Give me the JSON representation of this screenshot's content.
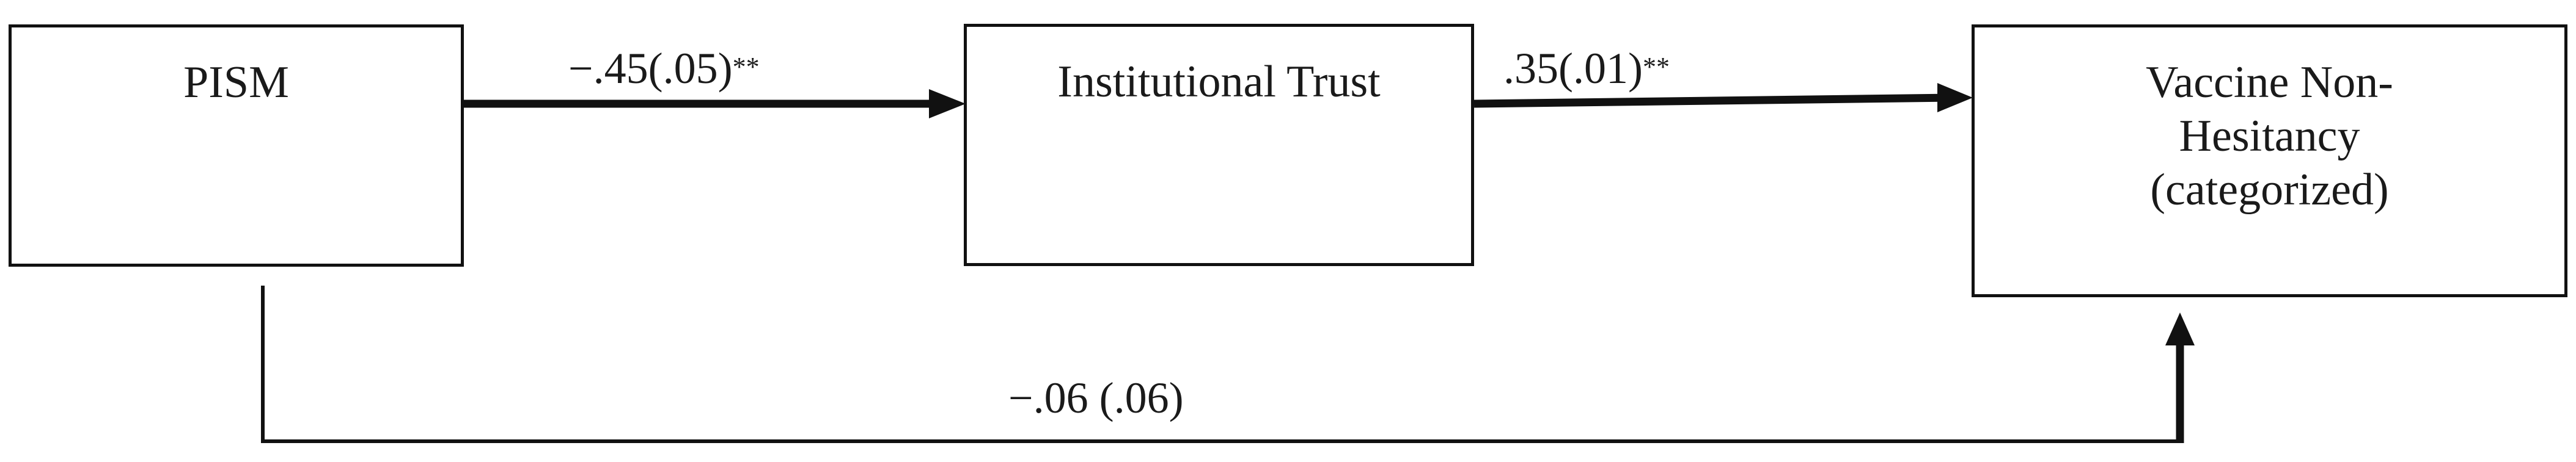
{
  "nodes": {
    "pism": {
      "lines": [
        "PISM"
      ]
    },
    "trust": {
      "lines": [
        "Institutional Trust"
      ]
    },
    "vaccine": {
      "lines": [
        "Vaccine Non-",
        "Hesitancy",
        "(categorized)"
      ]
    }
  },
  "edges": {
    "pism_to_trust": {
      "value": "−.45(.05)",
      "sig": "**"
    },
    "trust_to_vaccine": {
      "value": ".35(.01)",
      "sig": "**"
    },
    "pism_to_vaccine_direct": {
      "value": "−.06 (.06)",
      "sig": ""
    }
  },
  "colors": {
    "stroke": "#111111",
    "text": "#1a1a1a"
  }
}
